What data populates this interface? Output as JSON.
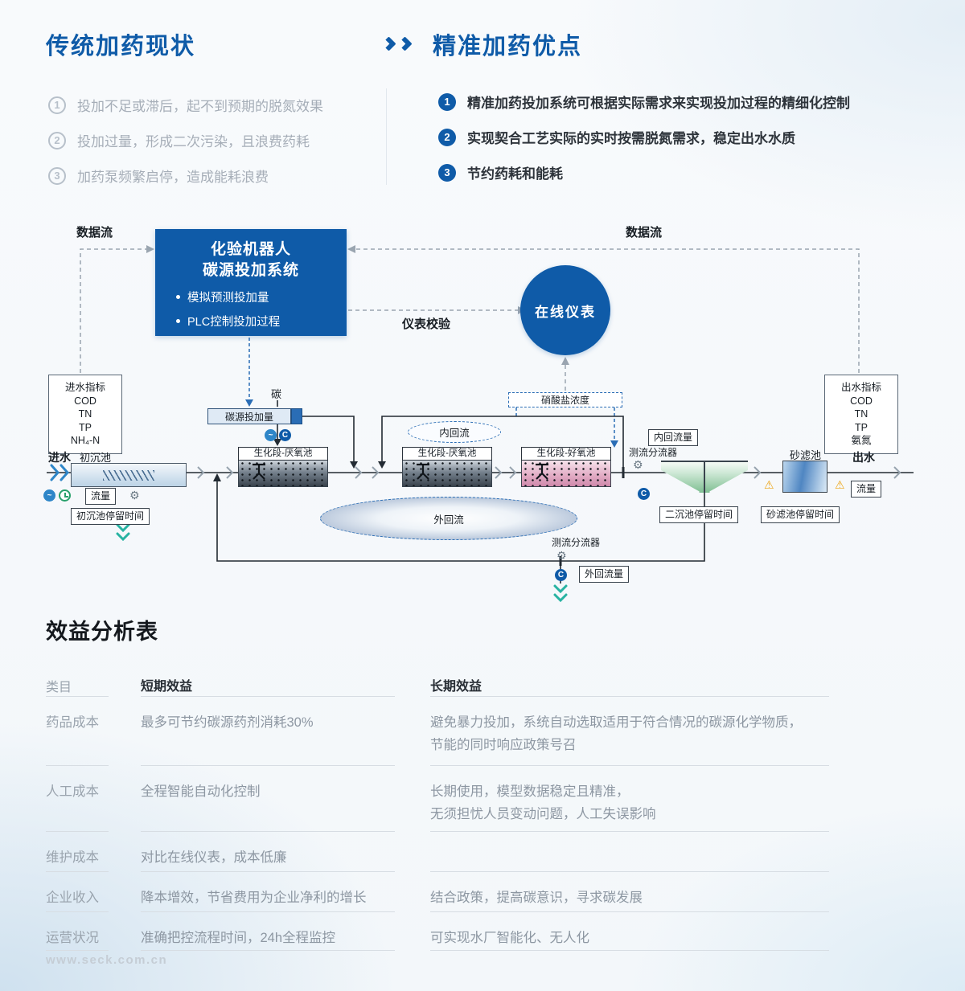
{
  "colors": {
    "accent": "#0f5ba8",
    "teal": "#27b3a2",
    "line_blue": "#2a6db5",
    "warning": "#eda416"
  },
  "icons": {
    "gear": "⚙",
    "warning": "⚠"
  },
  "header": {
    "left": {
      "title": "传统加药现状",
      "items": [
        {
          "num": "1",
          "text": "投加不足或滞后，起不到预期的脱氮效果"
        },
        {
          "num": "2",
          "text": "投加过量，形成二次污染，且浪费药耗"
        },
        {
          "num": "3",
          "text": "加药泵频繁启停，造成能耗浪费"
        }
      ]
    },
    "right": {
      "title": "精准加药优点",
      "items": [
        {
          "num": "1",
          "text": "精准加药投加系统可根据实际需求来实现投加过程的精细化控制"
        },
        {
          "num": "2",
          "text": "实现契合工艺实际的实时按需脱氮需求，稳定出水水质"
        },
        {
          "num": "3",
          "text": "节约药耗和能耗"
        }
      ]
    }
  },
  "diagram": {
    "dataflow_left": "数据流",
    "dataflow_right": "数据流",
    "robot": {
      "title_line1": "化验机器人",
      "title_line2": "碳源投加系统",
      "bullet1": "模拟预测投加量",
      "bullet2": "PLC控制投加过程"
    },
    "online_instrument": "在线仪表",
    "calibration": "仪表校验",
    "inlet_panel": {
      "title": "进水指标",
      "l1": "COD",
      "l2": "TN",
      "l3": "TP",
      "l4": "NH₄-N"
    },
    "outlet_panel": {
      "title": "出水指标",
      "l1": "COD",
      "l2": "TN",
      "l3": "TP",
      "l4": "氨氮"
    },
    "inlet": "进水",
    "outlet": "出水",
    "primary_tank": "初沉池",
    "flow_left": "流量",
    "flow_right": "流量",
    "primary_retention": "初沉池停留时间",
    "carbon": "碳",
    "carbon_dosing": "碳源投加量",
    "anaerobic1": "生化段-厌氧池",
    "anaerobic2": "生化段-厌氧池",
    "aerobic": "生化段-好氧池",
    "nitrate": "硝酸盐浓度",
    "inner_recycle": "内回流",
    "inner_flow": "内回流量",
    "outer_recycle": "外回流",
    "outer_flow": "外回流量",
    "splitter1": "测流分流器",
    "splitter2": "测流分流器",
    "secondary_retention": "二沉池停留时间",
    "sand_filter": "砂滤池",
    "sand_retention": "砂滤池停留时间",
    "icon_c": "C",
    "icon_wave": "~"
  },
  "table": {
    "title": "效益分析表",
    "headers": {
      "category": "类目",
      "short": "短期效益",
      "long": "长期效益"
    },
    "rows": [
      {
        "category": "药品成本",
        "short": "最多可节约碳源药剂消耗30%",
        "long": "避免暴力投加，系统自动选取适用于符合情况的碳源化学物质，\n节能的同时响应政策号召"
      },
      {
        "category": "人工成本",
        "short": "全程智能自动化控制",
        "long": "长期使用，模型数据稳定且精准，\n无须担忧人员变动问题，人工失误影响"
      },
      {
        "category": "维护成本",
        "short": "对比在线仪表，成本低廉",
        "long": ""
      },
      {
        "category": "企业收入",
        "short": "降本增效，节省费用为企业净利的增长",
        "long": "结合政策，提高碳意识，寻求碳发展"
      },
      {
        "category": "运营状况",
        "short": "准确把控流程时间，24h全程监控",
        "long": "可实现水厂智能化、无人化"
      }
    ]
  },
  "footer": {
    "site": "www.seck.com.cn"
  }
}
